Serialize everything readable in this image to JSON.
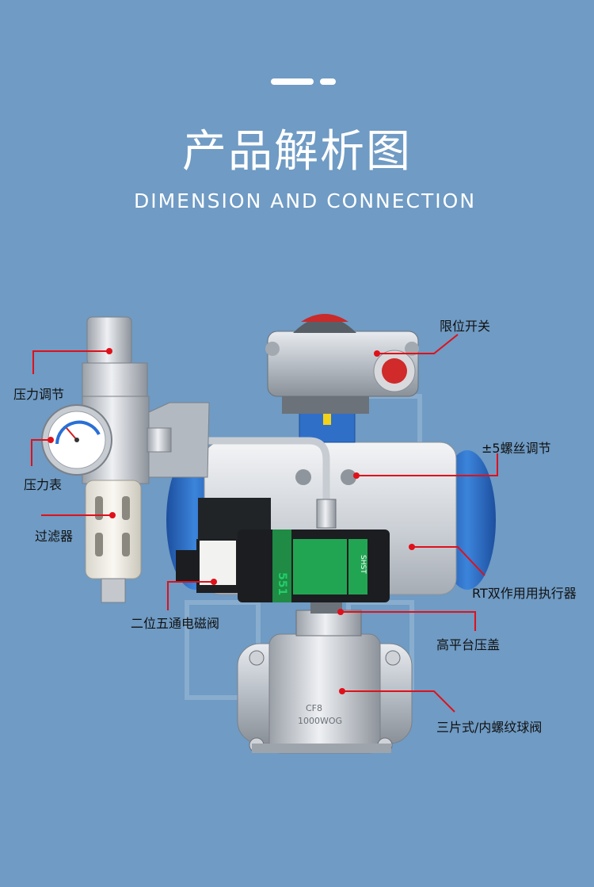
{
  "header": {
    "title_cn": "产品解析图",
    "title_en": "DIMENSION AND CONNECTION"
  },
  "labels": {
    "limit_switch": "限位开关",
    "pressure_regulator": "压力调节",
    "screw_adjust": "±5螺丝调节",
    "pressure_gauge": "压力表",
    "filter": "过滤器",
    "actuator": "RT双作用用执行器",
    "solenoid_valve": "二位五通电磁阀",
    "bracket": "高平台压盖",
    "ball_valve": "三片式/内螺纹球阀"
  },
  "product_marks": {
    "solenoid_model": "551",
    "solenoid_brand": "SHST",
    "valve_material": "CF8",
    "valve_pressure": "1000WOG"
  },
  "colors": {
    "background": "#6f9bc4",
    "callout_line": "#e0101a",
    "solenoid_green": "#1a9a4a",
    "actuator_blue": "#2f6fc8"
  }
}
